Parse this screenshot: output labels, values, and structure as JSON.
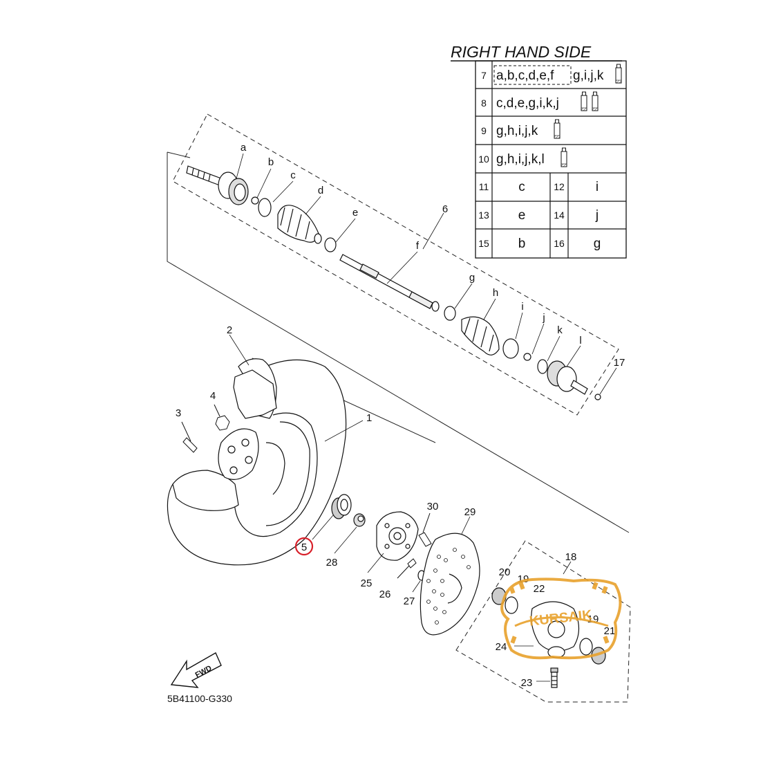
{
  "diagram": {
    "section_title": "RIGHT HAND SIDE",
    "drawing_code": "5B41100-G330",
    "fwd_label": "FWD",
    "highlighted_callout": "5",
    "kit_rows": [
      {
        "num": "7",
        "text_boxed": "a,b,c,d,e,f",
        "text": "g,i,j,k",
        "tubes": 1
      },
      {
        "num": "8",
        "text": "c,d,e,g,i,k,j",
        "tubes": 2
      },
      {
        "num": "9",
        "text": "g,h,i,j,k",
        "tubes": 1
      },
      {
        "num": "10",
        "text": "g,h,i,j,k,l",
        "tubes": 1
      }
    ],
    "pair_rows": [
      {
        "num1": "11",
        "val1": "c",
        "num2": "12",
        "val2": "i"
      },
      {
        "num1": "13",
        "val1": "e",
        "num2": "14",
        "val2": "j"
      },
      {
        "num1": "15",
        "val1": "b",
        "num2": "16",
        "val2": "g"
      }
    ],
    "shaft_letters": [
      "a",
      "b",
      "c",
      "d",
      "e",
      "f",
      "g",
      "h",
      "i",
      "j",
      "k",
      "l"
    ],
    "callouts": [
      "1",
      "2",
      "3",
      "4",
      "5",
      "6",
      "17",
      "18",
      "19",
      "19",
      "20",
      "21",
      "22",
      "23",
      "24",
      "25",
      "26",
      "27",
      "28",
      "29",
      "30"
    ],
    "watermark": {
      "brand": "KURSAIK",
      "color": "#e8a12c"
    },
    "highlight_color": "#d8202a"
  }
}
